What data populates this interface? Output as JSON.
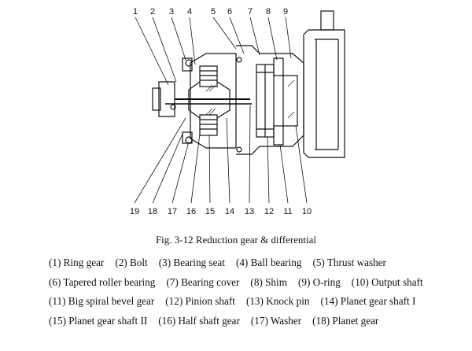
{
  "figure": {
    "caption": "Fig. 3-12 Reduction gear & differential",
    "top_labels": [
      "1",
      "2",
      "3",
      "4",
      "5",
      "6",
      "7",
      "8",
      "9"
    ],
    "bottom_labels": [
      "19",
      "18",
      "17",
      "16",
      "15",
      "14",
      "13",
      "12",
      "11",
      "10"
    ]
  },
  "legend": {
    "rows": [
      [
        "(1) Ring gear",
        "(2) Bolt",
        "(3) Bearing seat",
        "(4) Ball bearing",
        "(5) Thrust washer"
      ],
      [
        "(6) Tapered roller bearing",
        "(7) Bearing cover",
        "(8) Shim",
        "(9) O-ring",
        "(10) Output shaft"
      ],
      [
        "(11) Big spiral bevel gear",
        "(12) Pinion shaft",
        "(13) Knock pin",
        "(14) Planet gear shaft I"
      ],
      [
        "(15) Planet gear shaft II",
        "(16) Half shaft gear",
        "(17) Washer",
        "(18) Planet gear"
      ]
    ]
  }
}
